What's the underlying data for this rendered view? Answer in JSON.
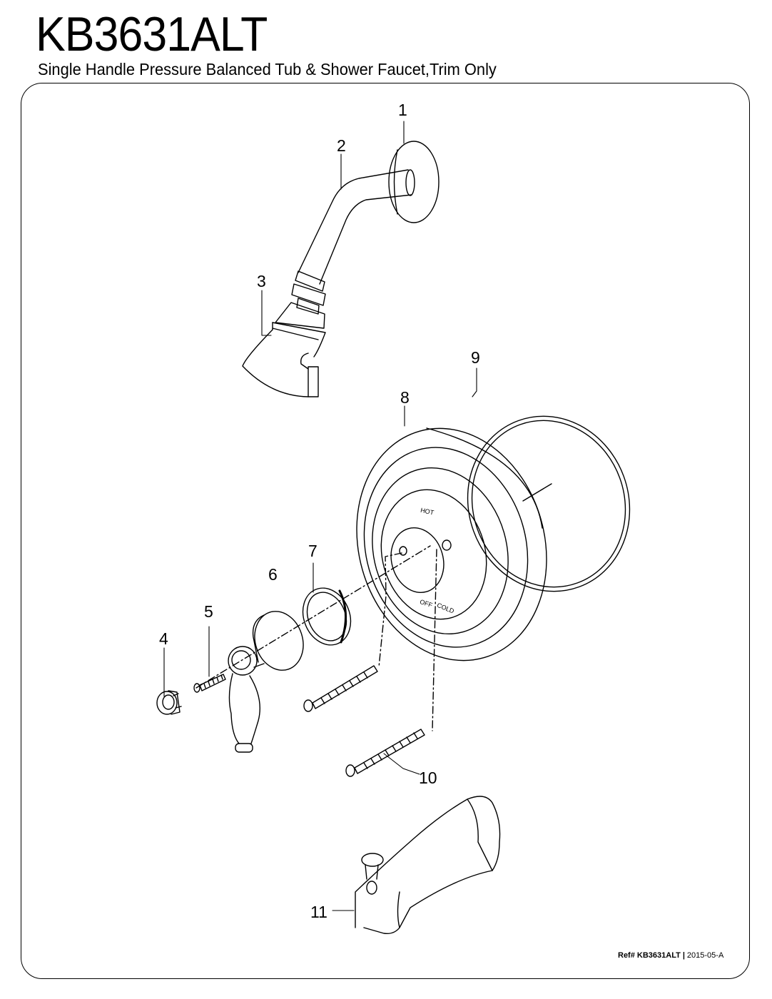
{
  "header": {
    "model": "KB3631ALT",
    "subtitle": "Single Handle Pressure Balanced Tub & Shower Faucet,Trim Only"
  },
  "callouts": [
    "1",
    "2",
    "3",
    "4",
    "5",
    "6",
    "7",
    "8",
    "9",
    "10",
    "11"
  ],
  "plate_markings": {
    "hot": "HOT",
    "off": "OFF",
    "cold": "COLD"
  },
  "footer": {
    "ref": "Ref# KB3631ALT",
    "separator": "|",
    "date": "2015-05-A"
  }
}
